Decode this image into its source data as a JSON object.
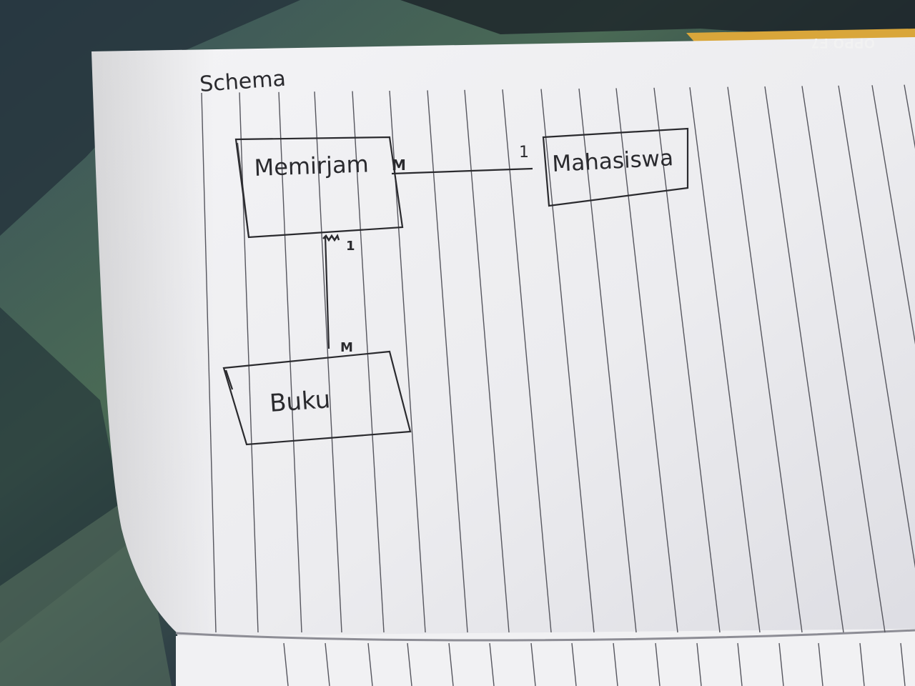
{
  "camera_watermark": "OPPO F7",
  "page": {
    "heading": "Schema"
  },
  "diagram": {
    "entities": [
      {
        "id": "memirjam",
        "label": "Memirjam"
      },
      {
        "id": "mahasiswa",
        "label": "Mahasiswa"
      },
      {
        "id": "buku",
        "label": "Buku"
      }
    ],
    "relations": [
      {
        "from": "memirjam",
        "to": "mahasiswa",
        "from_card": "M",
        "to_card": "1"
      },
      {
        "from": "memirjam",
        "to": "buku",
        "from_card": "1",
        "to_card": "M"
      }
    ]
  }
}
